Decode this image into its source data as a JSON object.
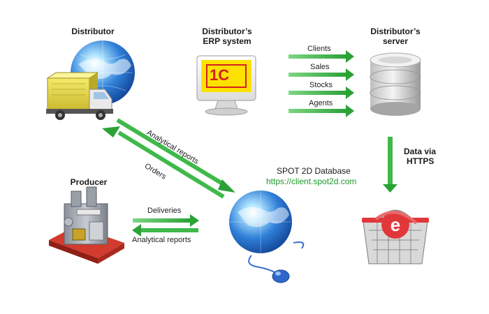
{
  "nodes": {
    "distributor": {
      "title": "Distributor"
    },
    "erp": {
      "title_line1": "Distributor’s",
      "title_line2": "ERP system",
      "logo_text": "1С"
    },
    "server": {
      "title_line1": "Distributor’s",
      "title_line2": "server"
    },
    "producer": {
      "title": "Producer"
    },
    "database": {
      "title": "SPOT 2D Database",
      "url": "https://client.spot2d.com"
    }
  },
  "flows": {
    "erp_to_server": [
      "Clients",
      "Sales",
      "Stocks",
      "Agents"
    ],
    "server_to_basket": {
      "line1": "Data via",
      "line2": "HTTPS"
    },
    "distributor_link": {
      "up_label": "Analytical reports",
      "down_label": "Orders"
    },
    "producer_link": {
      "right_label": "Deliveries",
      "left_label": "Analytical reports"
    }
  },
  "colors": {
    "arrow_green": "#3fb94a",
    "arrow_dark": "#239a2e",
    "globe_blue": "#2a63c7",
    "logo_red": "#d32020",
    "logo_yellow": "#ffe100",
    "url_green": "#1f9a2a"
  },
  "icons": [
    "globe-icon",
    "truck-icon",
    "monitor-icon",
    "server-icon",
    "factory-icon",
    "basket-icon",
    "mouse-icon",
    "ie-logo-icon"
  ]
}
